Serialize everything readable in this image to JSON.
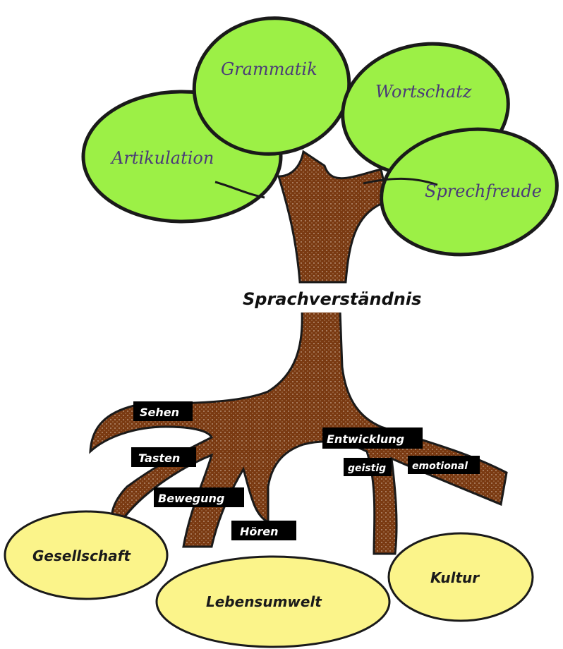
{
  "crown": {
    "grammatik": "Grammatik",
    "wortschatz": "Wortschatz",
    "artikulation": "Artikulation",
    "sprechfreude": "Sprechfreude"
  },
  "trunk": {
    "label": "Sprachverständnis"
  },
  "roots": {
    "sehen": "Sehen",
    "tasten": "Tasten",
    "bewegung": "Bewegung",
    "hoeren": "Hören",
    "entwicklung": "Entwicklung",
    "geistig": "geistig",
    "emotional": "emotional"
  },
  "ground": {
    "gesellschaft": "Gesellschaft",
    "lebensumwelt": "Lebensumwelt",
    "kultur": "Kultur"
  },
  "colors": {
    "leaf": "#9cf046",
    "trunk": "#7a3a12",
    "ground": "#fbf48a",
    "label_box": "#000000"
  }
}
